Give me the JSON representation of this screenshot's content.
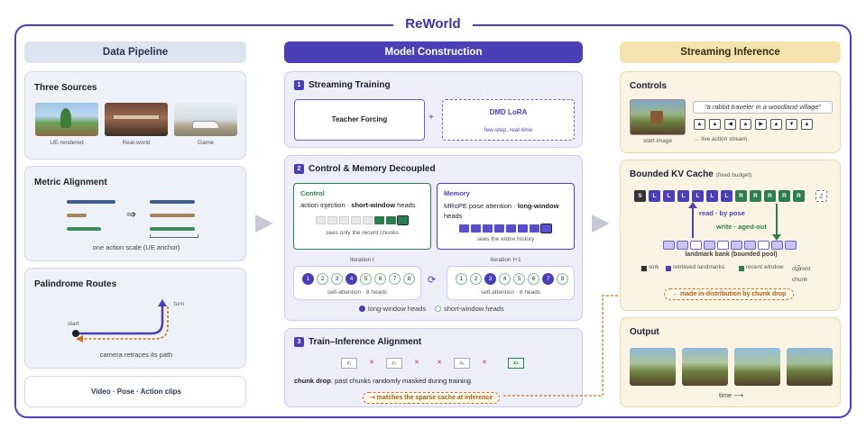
{
  "title": "ReWorld",
  "left": {
    "header": "Data Pipeline",
    "sources": {
      "title": "Three Sources",
      "labels": [
        "UE-rendered",
        "Real-world",
        "Game"
      ]
    },
    "metric": {
      "title": "Metric Alignment",
      "caption": "one action scale (UE anchor)",
      "arrow": "⇒"
    },
    "palindrome": {
      "title": "Palindrome Routes",
      "start": "start",
      "turn": "turn",
      "caption": "camera retraces its path"
    },
    "clips": "Video · Pose · Action clips"
  },
  "mid": {
    "header": "Model Construction",
    "s1": {
      "num": "1",
      "title": "Streaming Training",
      "teacher": "Teacher Forcing",
      "plus": "+",
      "dmd": "DMD LoRA",
      "dmd_sub": "few-step, real-time"
    },
    "s2": {
      "num": "2",
      "title": "Control & Memory Decoupled",
      "control_title": "Control",
      "control_pre": "action injection · ",
      "control_bold": "short-window",
      "control_post": " heads",
      "control_caption": "sees only the recent chunks",
      "memory_title": "Memory",
      "memory_pre": "MRoPE pose attention · ",
      "memory_bold": "long-window",
      "memory_post": " heads",
      "memory_caption": "sees the entire history",
      "iter_t": "iteration t",
      "iter_t1": "iteration t+1",
      "heads": [
        "1",
        "2",
        "3",
        "4",
        "5",
        "6",
        "7",
        "8"
      ],
      "self_attn": "self-attention · 8 heads",
      "cycle": "⟳",
      "legend_long": "long-window heads",
      "legend_short": "short-window heads"
    },
    "s3": {
      "num": "3",
      "title": "Train–Inference Alignment",
      "chunks": [
        "z₁",
        "✕",
        "z₃",
        "✕",
        "✕",
        "z₆",
        "✕",
        "z₈"
      ],
      "drop_bold": "chunk drop",
      "drop_text": ": past chunks randomly masked during training",
      "note": "⇢ matches the sparse cache at inference"
    }
  },
  "right": {
    "header": "Streaming Inference",
    "controls": {
      "title": "Controls",
      "prompt": "“a rabbit traveler in a woodland village”",
      "start_image": "start image",
      "stream": "… live action stream",
      "keys": [
        "▲",
        "▲",
        "◀",
        "▲",
        "▶",
        "▲",
        "▼",
        "▲"
      ]
    },
    "kv": {
      "title": "Bounded KV Cache",
      "budget": "(fixed budget)",
      "cells": [
        "S",
        "L",
        "L",
        "L",
        "L",
        "L",
        "L",
        "R",
        "R",
        "R",
        "R",
        "R"
      ],
      "next": "Z",
      "read": "read · by pose",
      "write": "write · aged-out",
      "bank": "landmark bank (bounded pool)",
      "legend": [
        "sink",
        "retrieved landmarks",
        "recent window",
        "current chunk"
      ],
      "note": "← made in-distribution by chunk drop"
    },
    "output": {
      "title": "Output",
      "time": "time ⟶"
    }
  },
  "colors": {
    "accent": "#4b3fb8",
    "green": "#2e7d4f",
    "orange": "#c8761c",
    "sink": "#333333"
  }
}
